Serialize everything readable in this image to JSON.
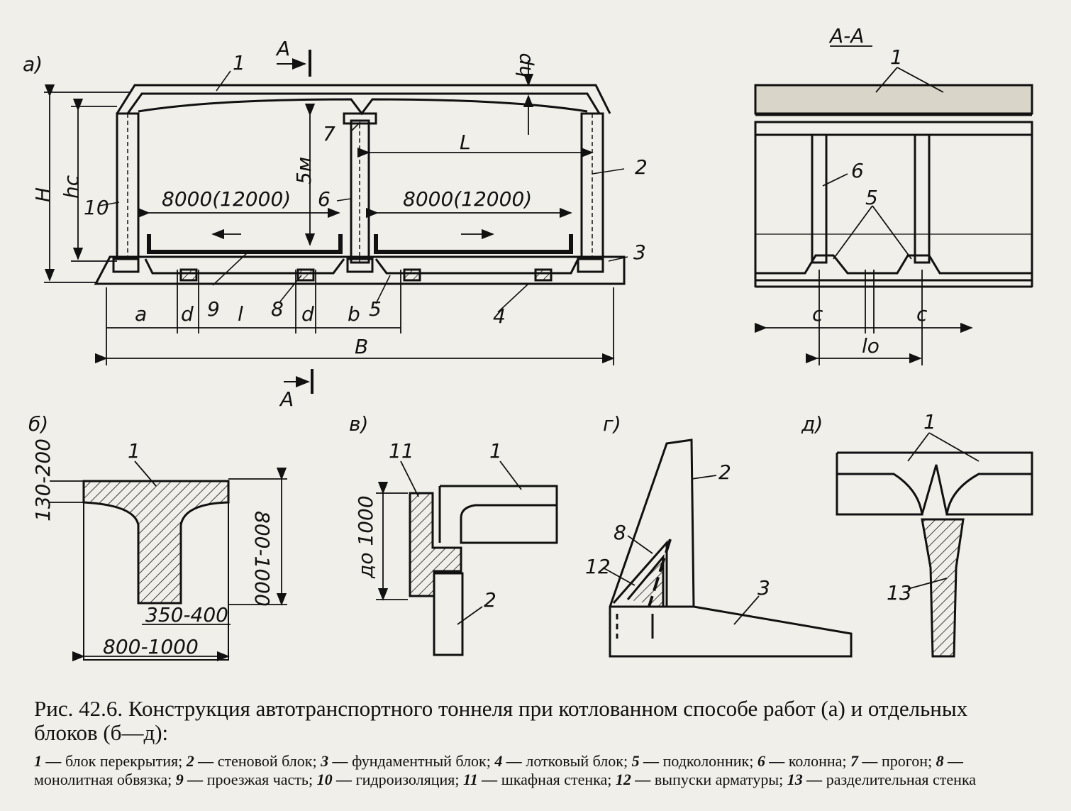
{
  "panels": {
    "a": "а)",
    "b": "б)",
    "v": "в)",
    "g": "г)",
    "d": "д)"
  },
  "section_label": "А-А",
  "section_mark": "А",
  "dims": {
    "span1": "8000(12000)",
    "span2": "8000(12000)",
    "height_5m": "5м",
    "H": "H",
    "hc": "hc",
    "hp": "hp",
    "L": "L",
    "a": "a",
    "d1": "d",
    "l": "l",
    "d2": "d",
    "b": "b",
    "B": "B",
    "c1": "c",
    "c2": "c",
    "lo": "lo",
    "b_h": "130-200",
    "b_v": "800-1000",
    "b_w1": "350-400",
    "b_w2": "800-1000",
    "v_h": "до 1000"
  },
  "callouts": {
    "a_1": "1",
    "a_2": "2",
    "a_3": "3",
    "a_4": "4",
    "a_5": "5",
    "a_6": "6",
    "a_7": "7",
    "a_8": "8",
    "a_9": "9",
    "a_10": "10",
    "s_1": "1",
    "s_6": "6",
    "s_5": "5",
    "b_1": "1",
    "v_11": "11",
    "v_1": "1",
    "v_2": "2",
    "g_2": "2",
    "g_8": "8",
    "g_12": "12",
    "g_3": "3",
    "d_1": "1",
    "d_13": "13"
  },
  "caption": {
    "title": "Рис. 42.6. Конструкция автотранспортного тоннеля при котлованном способе работ (а) и отдельных блоков (б—д):",
    "legend": [
      {
        "n": "1",
        "t": "блок перекрытия;"
      },
      {
        "n": "2",
        "t": "стеновой блок;"
      },
      {
        "n": "3",
        "t": "фундаментный блок;"
      },
      {
        "n": "4",
        "t": "лотковый блок;"
      },
      {
        "n": "5",
        "t": "подколонник;"
      },
      {
        "n": "6",
        "t": "колонна;"
      },
      {
        "n": "7",
        "t": "прогон;"
      },
      {
        "n": "8",
        "t": "монолитная обвязка;"
      },
      {
        "n": "9",
        "t": "проезжая часть;"
      },
      {
        "n": "10",
        "t": "гидроизоляция;"
      },
      {
        "n": "11",
        "t": "шкафная стенка;"
      },
      {
        "n": "12",
        "t": "выпуски арматуры;"
      },
      {
        "n": "13",
        "t": "разделительная стенка"
      }
    ]
  },
  "colors": {
    "ink": "#111111",
    "paper": "#f1efe9"
  }
}
